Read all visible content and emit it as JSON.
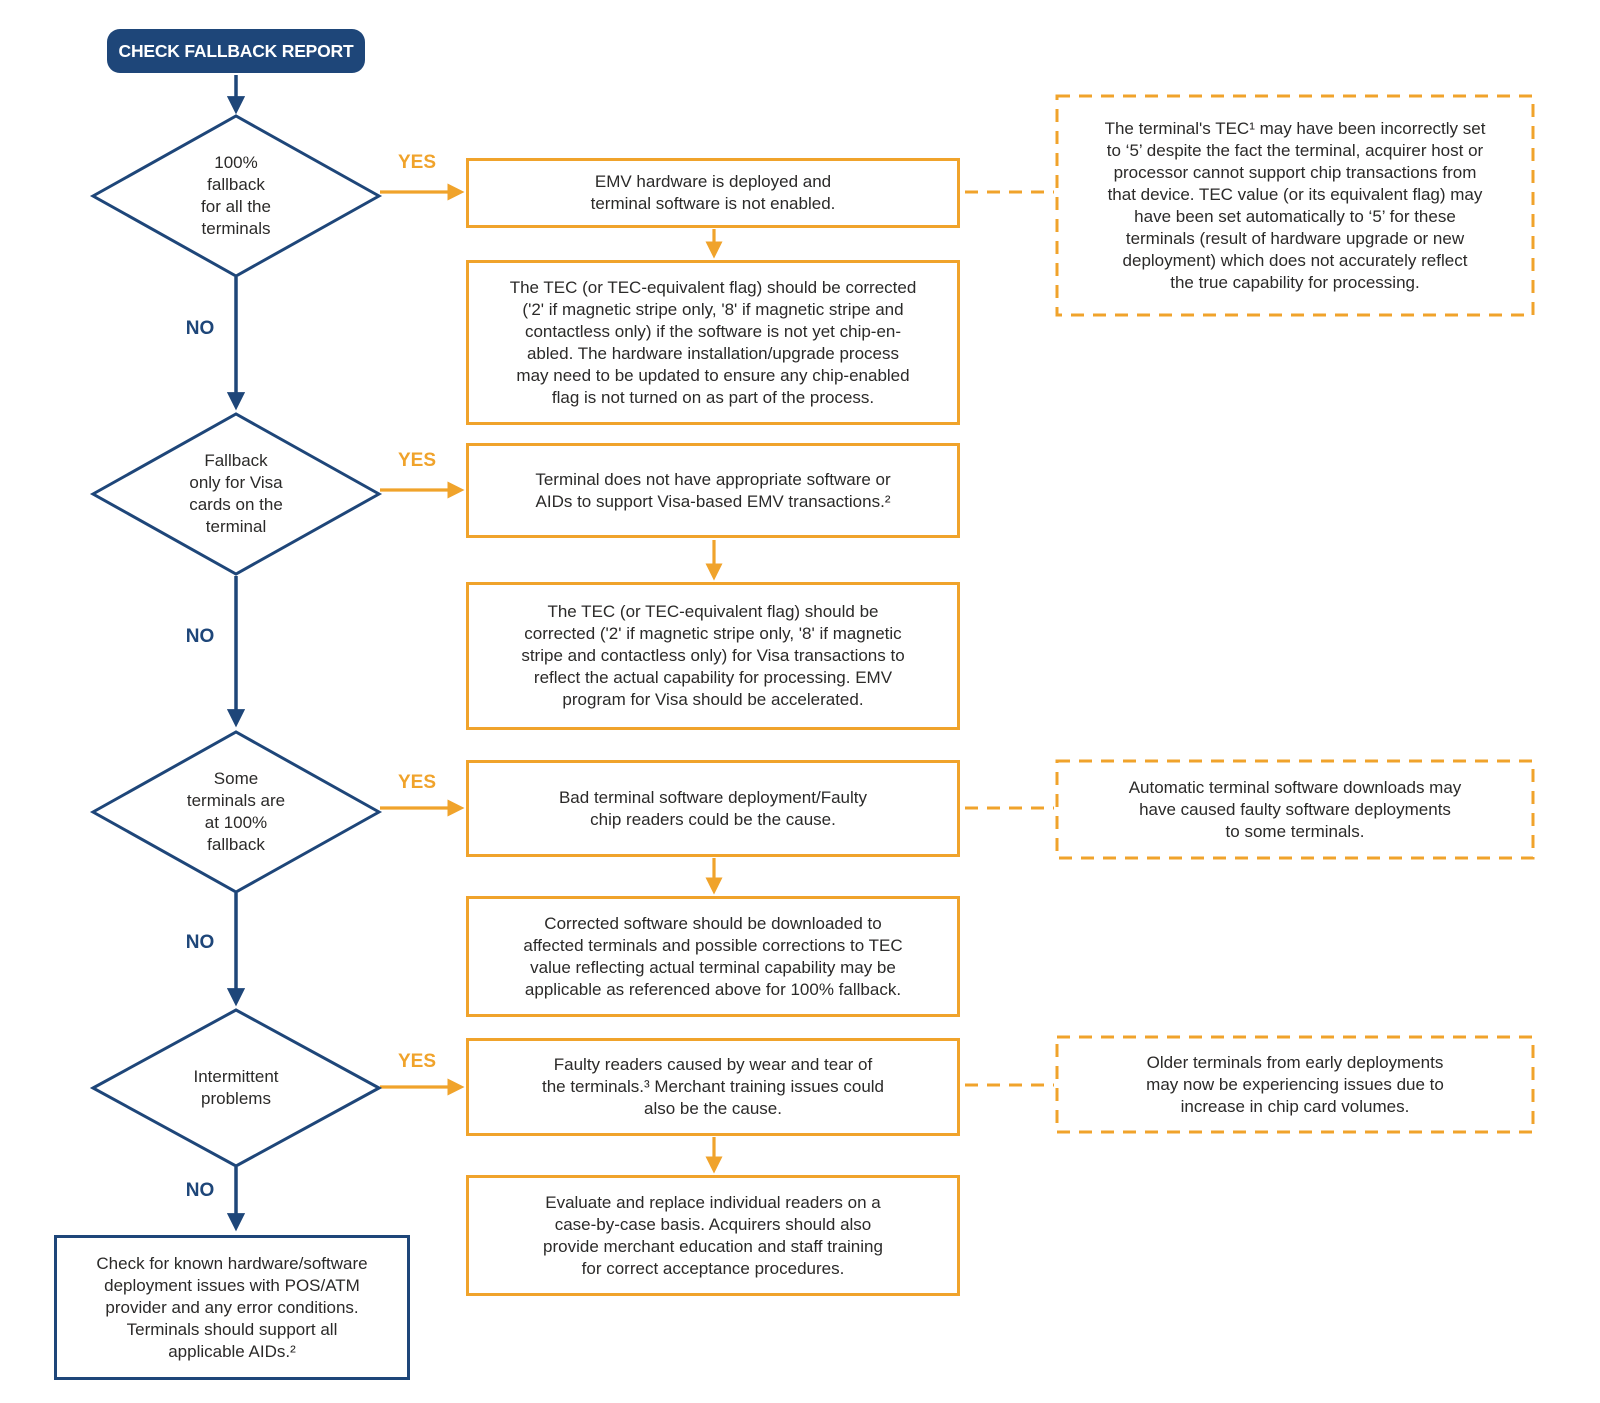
{
  "diagram": {
    "title": "CHECK FALLBACK REPORT",
    "yes_label": "YES",
    "no_label": "NO",
    "colors": {
      "navy": "#1E4679",
      "orange": "#F0A32B",
      "text": "#2B2A29",
      "background": "#FFFFFF"
    },
    "rows": [
      {
        "decision": "100%\nfallback\nfor all the\nterminals",
        "cause": "EMV hardware is deployed and\nterminal software is not enabled.",
        "action": "The TEC (or TEC-equivalent flag) should be corrected\n('2' if magnetic stripe only, '8' if magnetic stripe and\ncontactless only) if the software is not yet chip-en-\nabled. The hardware installation/upgrade process\nmay need to be updated to ensure any chip-enabled\nflag is not turned on as part of the process.",
        "note": "The terminal's TEC¹ may have been incorrectly set\nto ‘5’ despite the fact the terminal, acquirer host or\nprocessor cannot support chip transactions from\nthat device. TEC value (or its equivalent flag) may\nhave been set automatically to ‘5’ for these\nterminals (result of hardware upgrade or new\ndeployment) which does not accurately reflect\nthe true capability for processing."
      },
      {
        "decision": "Fallback\nonly for Visa\ncards on the\nterminal",
        "cause": "Terminal does not have appropriate software or\nAIDs to support Visa-based EMV transactions.²",
        "action": "The TEC (or TEC-equivalent flag) should be\ncorrected ('2' if magnetic stripe only, '8' if magnetic\nstripe and contactless only) for Visa transactions to\nreflect the actual capability for processing. EMV\nprogram for Visa should be accelerated."
      },
      {
        "decision": "Some\nterminals are\nat 100%\nfallback",
        "cause": "Bad terminal software deployment/Faulty\nchip readers could be the cause.",
        "action": "Corrected software should be downloaded to\naffected terminals and possible corrections to TEC\nvalue reflecting actual terminal capability may be\napplicable as referenced above for 100% fallback.",
        "note": "Automatic terminal software downloads may\nhave caused faulty software deployments\nto some terminals."
      },
      {
        "decision": "Intermittent\nproblems",
        "cause": "Faulty readers caused by wear and tear of\nthe terminals.³ Merchant training issues could\nalso be the cause.",
        "action": "Evaluate and replace individual readers on a\ncase-by-case basis. Acquirers should also\nprovide merchant education and staff training\nfor correct acceptance procedures.",
        "note": "Older terminals from early deployments\nmay now be experiencing issues due to\nincrease in chip card volumes."
      }
    ],
    "fallthrough": "Check for known hardware/software\ndeployment issues with POS/ATM\nprovider and any error conditions.\nTerminals should support all\napplicable AIDs.²"
  }
}
